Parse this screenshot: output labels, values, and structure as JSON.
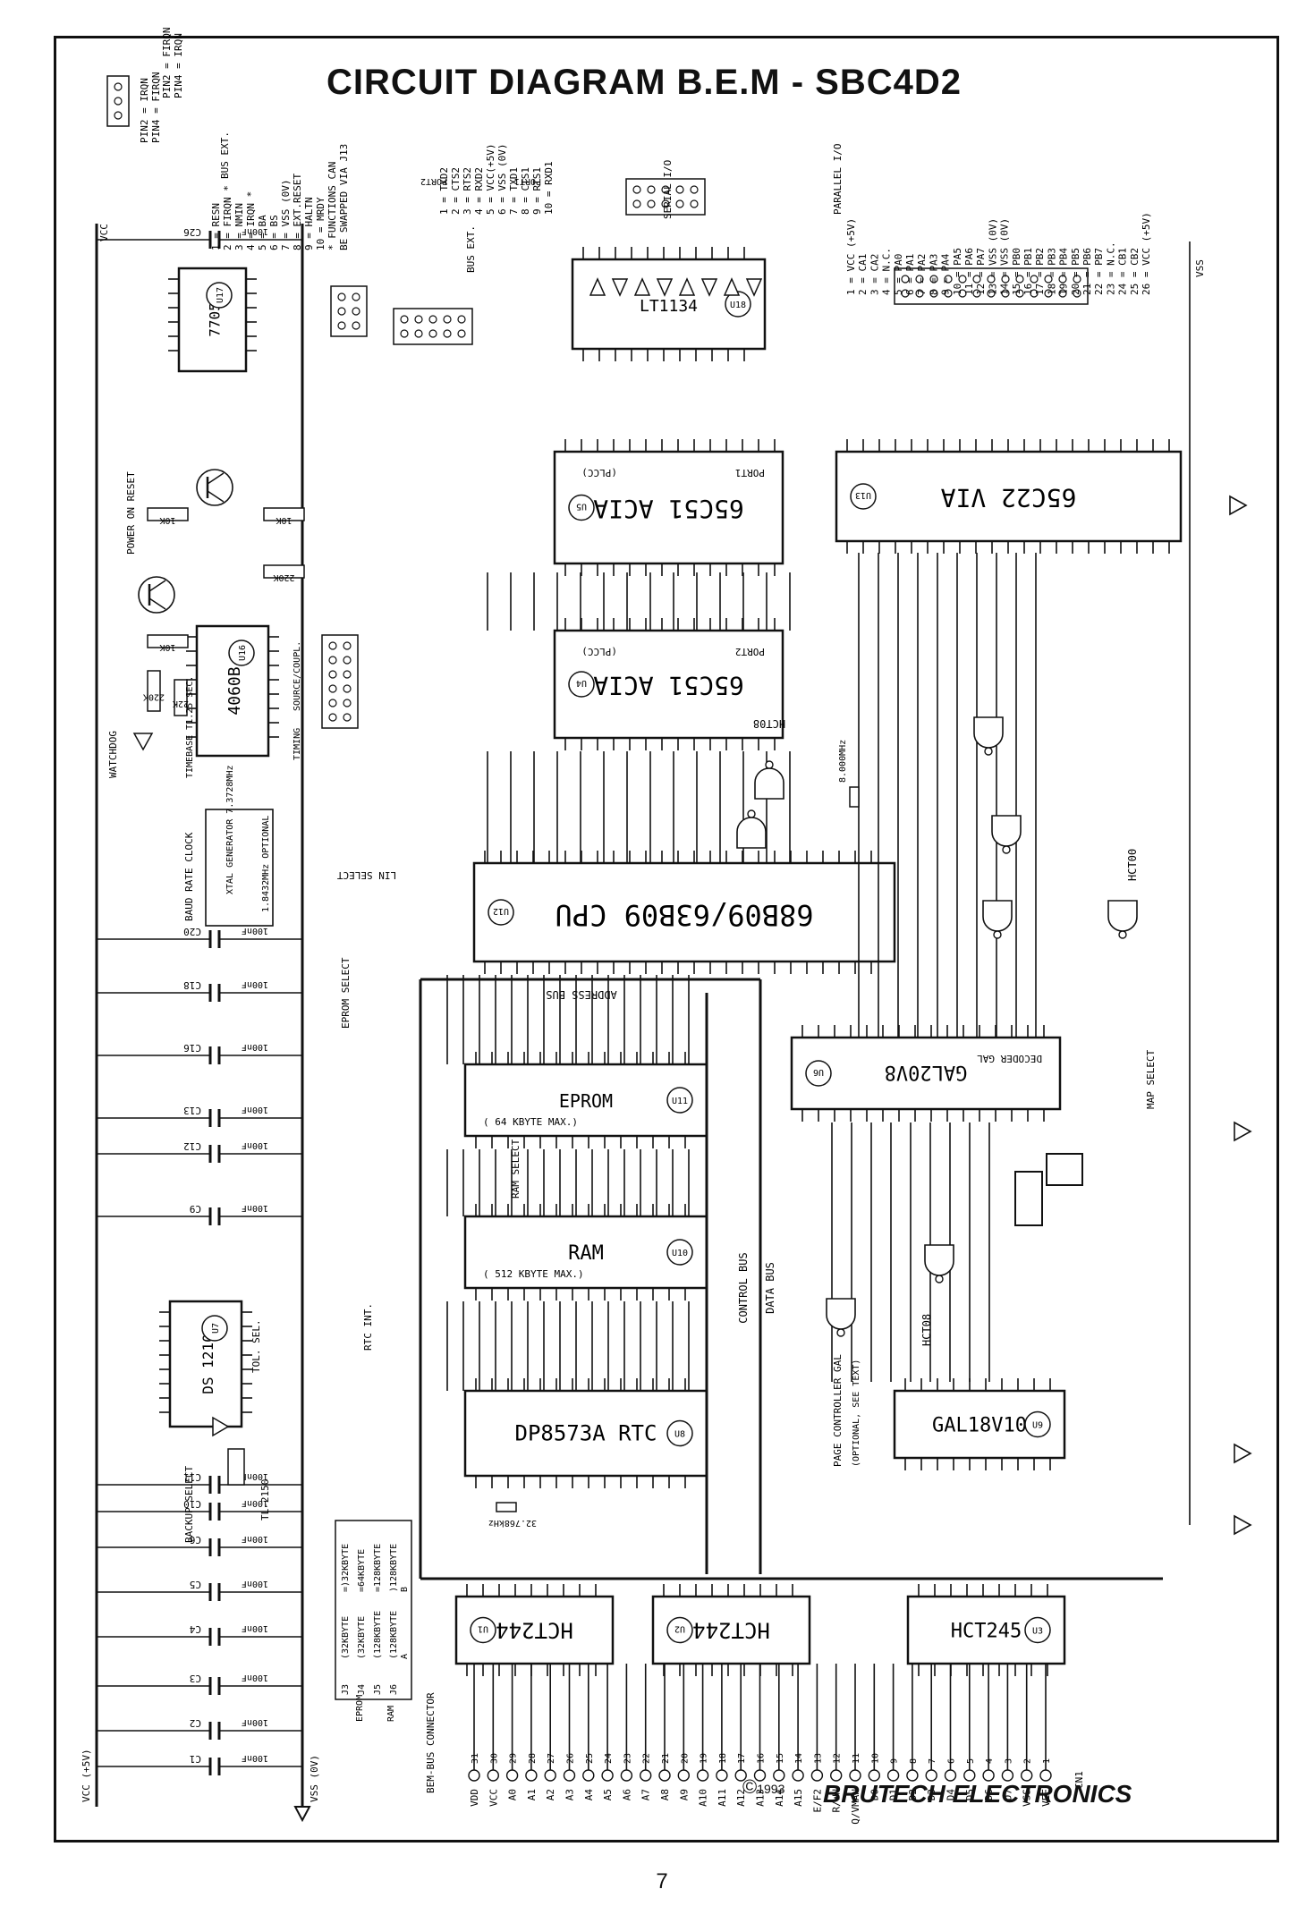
{
  "title": "CIRCUIT DIAGRAM B.E.M - SBC4D2",
  "footer": {
    "copyright": "©",
    "year": "1993",
    "company": "BRUTECH ELECTRONICS",
    "page": "7"
  },
  "chips": [
    {
      "id": "cpu",
      "name": "68B09/63B09 CPU",
      "ref": "U12"
    },
    {
      "id": "acia1",
      "name": "65C51 ACIA",
      "ref": "U5",
      "sub": "PORT1",
      "pkg": "(PLCC)"
    },
    {
      "id": "acia2",
      "name": "65C51 ACIA",
      "ref": "U4",
      "sub": "PORT2",
      "pkg": "(PLCC)"
    },
    {
      "id": "via",
      "name": "65C22 VIA",
      "ref": "U13"
    },
    {
      "id": "eprom",
      "name": "EPROM",
      "ref": "U11",
      "sub": "( 64 KBYTE MAX.)"
    },
    {
      "id": "ram",
      "name": "RAM",
      "ref": "U10",
      "sub": "( 512 KBYTE MAX.)"
    },
    {
      "id": "rtc",
      "name": "DP8573A RTC",
      "ref": "U8"
    },
    {
      "id": "decoder",
      "name": "GAL20V8",
      "ref": "U6",
      "sub": "DECODER GAL"
    },
    {
      "id": "gal18",
      "name": "GAL18V10",
      "ref": "U9"
    },
    {
      "id": "hct244a",
      "name": "HCT244",
      "ref": "U1"
    },
    {
      "id": "hct244b",
      "name": "HCT244",
      "ref": "U2"
    },
    {
      "id": "hct245",
      "name": "HCT245",
      "ref": "U3"
    },
    {
      "id": "lt1134",
      "name": "LT1134",
      "ref": "U18"
    },
    {
      "id": "c4060",
      "name": "4060B",
      "ref": "U16"
    },
    {
      "id": "reg",
      "name": "7705",
      "ref": "U17"
    },
    {
      "id": "ds1210",
      "name": "DS 1210",
      "ref": "U7"
    }
  ],
  "labels": {
    "watchdog": "WATCHDOG",
    "power_on_reset": "POWER ON RESET",
    "baud_rate_clock": "BAUD RATE CLOCK",
    "address_bus": "ADDRESS BUS",
    "control_bus": "CONTROL BUS",
    "data_bus": "DATA BUS",
    "page_controller": "PAGE CONTROLLER GAL",
    "page_controller_note": "(OPTIONAL, SEE TEXT)",
    "hct08a": "HCT08",
    "hct08b": "HCT08",
    "hct00": "HCT00",
    "bem_bus": "BEM-BUS CONNECTOR",
    "cn1": "CN1",
    "serial_io": "SERIAL I/O",
    "parallel_io": "PARALLEL I/O",
    "bus_ext": "BUS EXT.",
    "vcc": "VCC",
    "vss": "VSS",
    "vcc5": "VCC (+5V)",
    "vss0": "VSS (0V)",
    "timebase": "TIMEBASE T1.25 SEC.",
    "xtal": "XTAL GENERATOR 7.3728MHz",
    "xtal_opt": "1.8432MHz OPTIONAL",
    "backup_select": "BACKUP SELECT",
    "map_select": "MAP SELECT",
    "lin_select": "LIN SELECT",
    "eprom_select": "EPROM SELECT",
    "ram_select": "RAM SELECT",
    "rtc_int": "RTC INT.",
    "tol_sel": "TOL. SEL.",
    "source_coupl": "SOURCE/COUPL.",
    "timing": "TIMING",
    "battery": "TL-2150",
    "crystal1": "8.000MHz",
    "crystal2": "32.768kHz"
  },
  "bus_ext_list": [
    "1 = RESN",
    "2 = FIRQN *",
    "3 = NMIN",
    "4 = IRQN *",
    "5 = BA",
    "6 = BS",
    "7 = VSS (0V)",
    "8 = EXT.RESET",
    "9 = HALTN",
    "10 = MRDY",
    "* FUNCTIONS CAN",
    "BE SWAPPED VIA J13"
  ],
  "j13_note": [
    "PIN2 = IRQN",
    "PIN4 = FIRQN"
  ],
  "j13_note2": [
    "PIN2 = FIRQN",
    "PIN4 = IRQN"
  ],
  "port2_list": [
    "1 = TXD2",
    "2 = CTS2",
    "3 = RTS2",
    "4 = RXD2",
    "5 = VCC(+5V)",
    "6 = VSS (0V)",
    "7 = TXD1",
    "8 = CTS1",
    "9 = RTS1",
    "10 = RXD1"
  ],
  "port_titles": [
    "PORT2",
    "PORT1"
  ],
  "parallel_list": [
    "1 = VCC (+5V)",
    "2 = CA1",
    "3 = CA2",
    "4 = N.C.",
    "5 = PA0",
    "6 = PA1",
    "7 = PA2",
    "8 = PA3",
    "9 = PA4",
    "10 = PA5",
    "11 = PA6",
    "12 = PA7",
    "13 = VSS (0V)",
    "14 = VSS (0V)",
    "15 = PB0",
    "16 = PB1",
    "17 = PB2",
    "18 = PB3",
    "19 = PB4",
    "20 = PB5",
    "21 = PB6",
    "22 = PB7",
    "23 = N.C.",
    "24 = CB1",
    "25 = CB2",
    "26 = VCC (+5V)"
  ],
  "jumper_table": {
    "headers": [
      "",
      "A",
      "B"
    ],
    "rows": [
      [
        "J3",
        "(32KBYTE",
        "=)32KBYTE"
      ],
      [
        "J4",
        "(32KBYTE",
        "=64KBYTE"
      ],
      [
        "J5",
        "(128KBYTE",
        "=128KBYTE"
      ],
      [
        "J6",
        "(128KBYTE",
        ")128KBYTE"
      ]
    ],
    "groups": [
      "EPROM",
      "RAM"
    ]
  },
  "connector_pins": [
    "VDD",
    "VCC",
    "A0",
    "A1",
    "A2",
    "A3",
    "A4",
    "A5",
    "A6",
    "A7",
    "A8",
    "A9",
    "A10",
    "A11",
    "A12",
    "A13",
    "A14",
    "A15",
    "E/F2",
    "R/WN",
    "Q/VMAN",
    "D0",
    "D1",
    "D2",
    "D3",
    "D4",
    "D5",
    "D6",
    "D7",
    "VSS",
    "VEE"
  ],
  "connector_nums": [
    "31",
    "30",
    "29",
    "28",
    "27",
    "26",
    "25",
    "24",
    "23",
    "22",
    "21",
    "20",
    "19",
    "18",
    "17",
    "16",
    "15",
    "14",
    "13",
    "12",
    "11",
    "10",
    "9",
    "8",
    "7",
    "6",
    "5",
    "4",
    "3",
    "2",
    "1"
  ],
  "caps_left": [
    "C26",
    "C20",
    "C18",
    "C16",
    "C13",
    "C12",
    "C9",
    "C11",
    "C10",
    "C6",
    "C5",
    "C4",
    "C3",
    "C2",
    "C1"
  ],
  "cap_value": "100nF"
}
